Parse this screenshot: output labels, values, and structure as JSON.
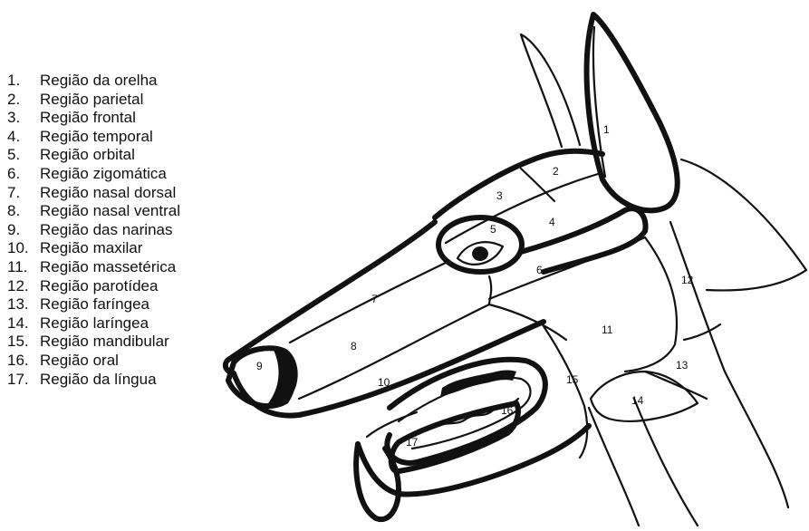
{
  "legend": {
    "items": [
      {
        "num": "1.",
        "label": "Região da orelha"
      },
      {
        "num": "2.",
        "label": "Região parietal"
      },
      {
        "num": "3.",
        "label": "Região frontal"
      },
      {
        "num": "4.",
        "label": "Região temporal"
      },
      {
        "num": "5.",
        "label": "Região orbital"
      },
      {
        "num": "6.",
        "label": "Região zigomática"
      },
      {
        "num": "7.",
        "label": "Região nasal dorsal"
      },
      {
        "num": "8.",
        "label": "Região nasal ventral"
      },
      {
        "num": "9.",
        "label": "Região das narinas"
      },
      {
        "num": "10.",
        "label": "Região maxilar"
      },
      {
        "num": "11.",
        "label": "Região massetérica"
      },
      {
        "num": "12.",
        "label": "Região parotídea"
      },
      {
        "num": "13.",
        "label": "Região faríngea"
      },
      {
        "num": "14.",
        "label": "Região laríngea"
      },
      {
        "num": "15.",
        "label": "Região mandibular"
      },
      {
        "num": "16.",
        "label": "Região oral"
      },
      {
        "num": "17.",
        "label": "Região da língua"
      }
    ]
  },
  "regions": {
    "r1": "1",
    "r2": "2",
    "r3": "3",
    "r4": "4",
    "r5": "5",
    "r6": "6",
    "r7": "7",
    "r8": "8",
    "r9": "9",
    "r10": "10",
    "r11": "11",
    "r12": "12",
    "r13": "13",
    "r14": "14",
    "r15": "15",
    "r16": "16",
    "r17": "17"
  },
  "colors": {
    "ink": "#111111",
    "background": "#ffffff"
  }
}
